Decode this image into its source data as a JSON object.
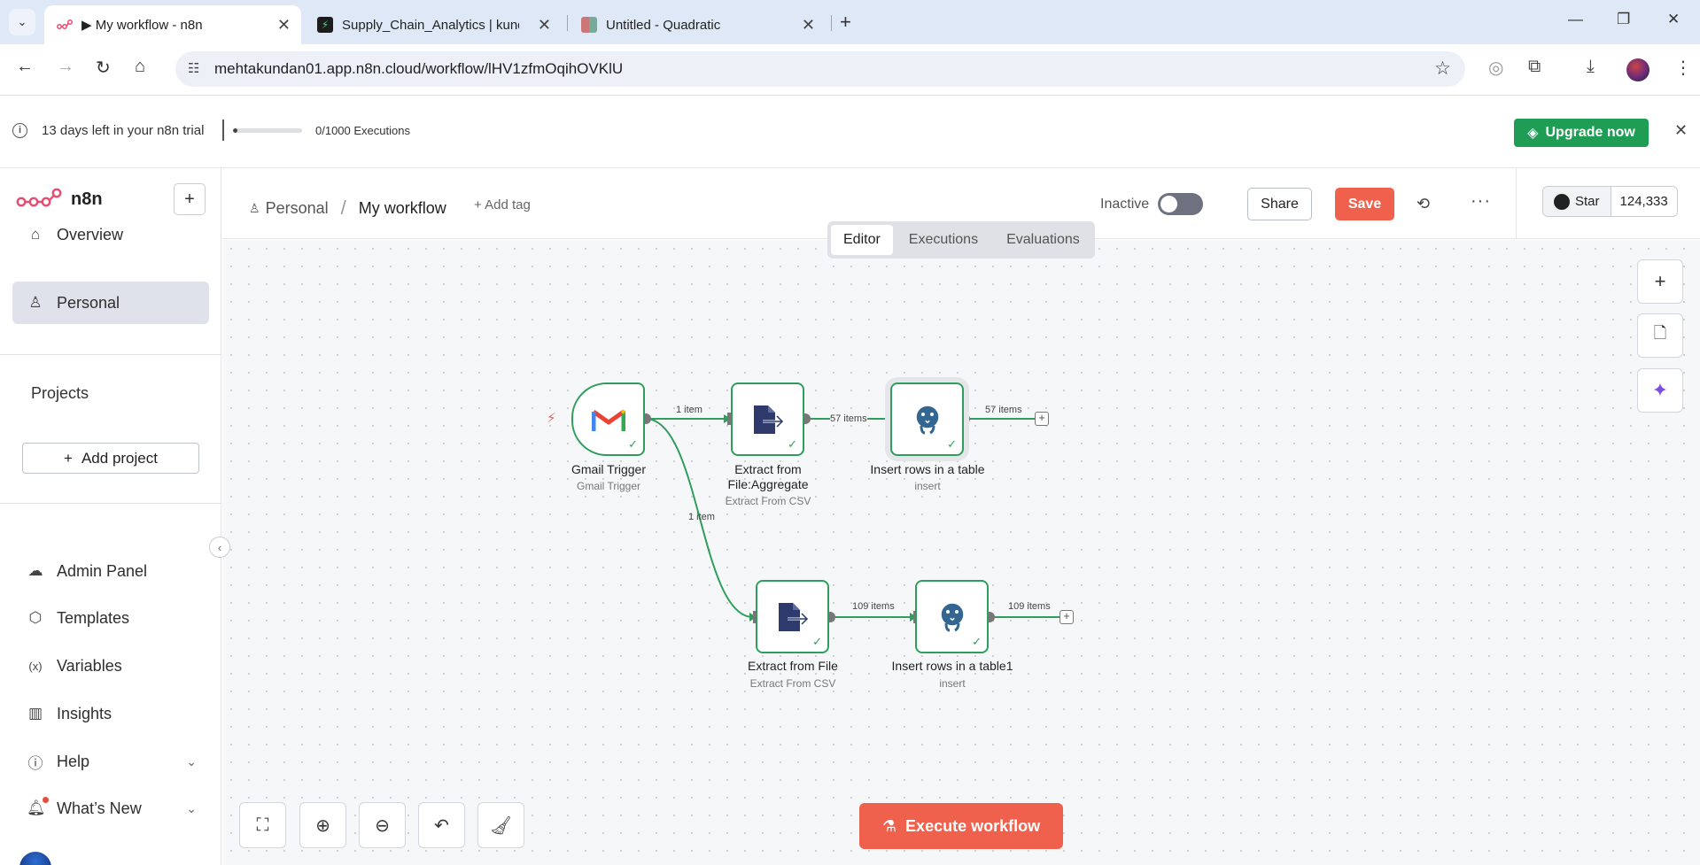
{
  "browser": {
    "tabs": [
      {
        "title": "▶ My workflow - n8n",
        "active": true
      },
      {
        "title": "Supply_Chain_Analytics | kundan",
        "active": false
      },
      {
        "title": "Untitled - Quadratic",
        "active": false
      }
    ],
    "url": "mehtakundan01.app.n8n.cloud/workflow/lHV1zfmOqihOVKlU"
  },
  "banner": {
    "trial_text": "13 days left in your n8n trial",
    "executions_text": "0/1000 Executions",
    "executions_used": 0,
    "executions_limit": 1000,
    "upgrade_label": "Upgrade now"
  },
  "sidebar": {
    "brand": "n8n",
    "overview": "Overview",
    "personal": "Personal",
    "projects_label": "Projects",
    "add_project": "Add project",
    "admin_panel": "Admin Panel",
    "templates": "Templates",
    "variables": "Variables",
    "insights": "Insights",
    "help": "Help",
    "whats_new": "What’s New"
  },
  "header": {
    "crumb_personal": "Personal",
    "workflow_name": "My workflow",
    "add_tag": "+ Add tag",
    "status_label": "Inactive",
    "share": "Share",
    "save": "Save",
    "github_star": "Star",
    "github_count": "124,333"
  },
  "view_tabs": [
    "Editor",
    "Executions",
    "Evaluations"
  ],
  "canvas": {
    "execute_label": "Execute workflow",
    "nodes": [
      {
        "title": "Gmail Trigger",
        "subtitle": "Gmail Trigger"
      },
      {
        "title": "Extract from File:Aggregate",
        "subtitle": "Extract From CSV"
      },
      {
        "title": "Insert rows in a table",
        "subtitle": "insert"
      },
      {
        "title": "Extract from File",
        "subtitle": "Extract From CSV"
      },
      {
        "title": "Insert rows in a table1",
        "subtitle": "insert"
      }
    ],
    "edges": [
      {
        "label": "1 item"
      },
      {
        "label": "57 items"
      },
      {
        "label": "57 items"
      },
      {
        "label": "1 item"
      },
      {
        "label": "109 items"
      },
      {
        "label": "109 items"
      }
    ]
  },
  "colors": {
    "brand_orange": "#f0614d",
    "success_green": "#2f9e5c",
    "upgrade_green": "#1f9d55"
  }
}
